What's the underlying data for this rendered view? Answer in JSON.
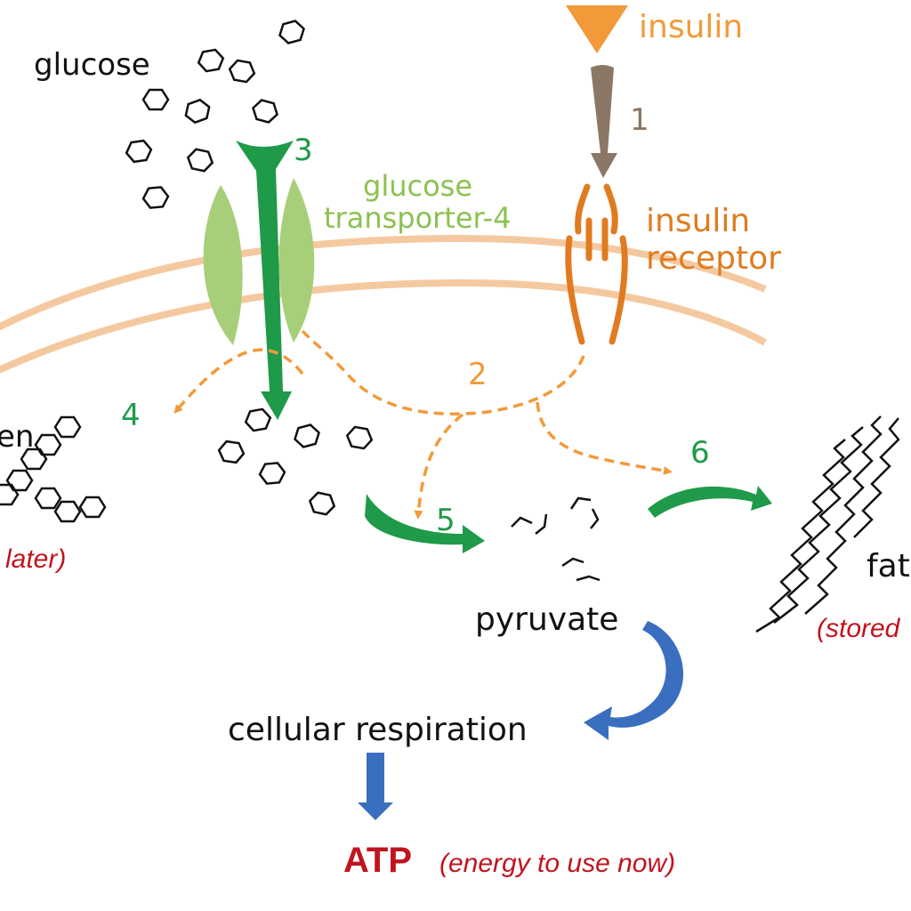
{
  "labels": {
    "glucose": "glucose",
    "insulin": "insulin",
    "glut4_line1": "glucose",
    "glut4_line2": "transporter-4",
    "receptor_line1": "insulin",
    "receptor_line2": "receptor",
    "glycogen_partial": "en",
    "stored_later_partial": "later)",
    "pyruvate": "pyruvate",
    "fat_partial": "fat",
    "stored_fat_partial": "(stored",
    "cellular_respiration": "cellular respiration",
    "atp": "ATP",
    "atp_note": "(energy to use now)"
  },
  "steps": {
    "s1": "1",
    "s2": "2",
    "s3": "3",
    "s4": "4",
    "s5": "5",
    "s6": "6"
  },
  "colors": {
    "orange": "#f29a3a",
    "orange_dark": "#e07b20",
    "membrane": "#f5c9a0",
    "green_dark": "#1f9a48",
    "green_light": "#a7cf7a",
    "green_text": "#8cc150",
    "brown": "#8b7766",
    "blue": "#3a6fc0",
    "red": "#c0141e",
    "black": "#111111"
  }
}
